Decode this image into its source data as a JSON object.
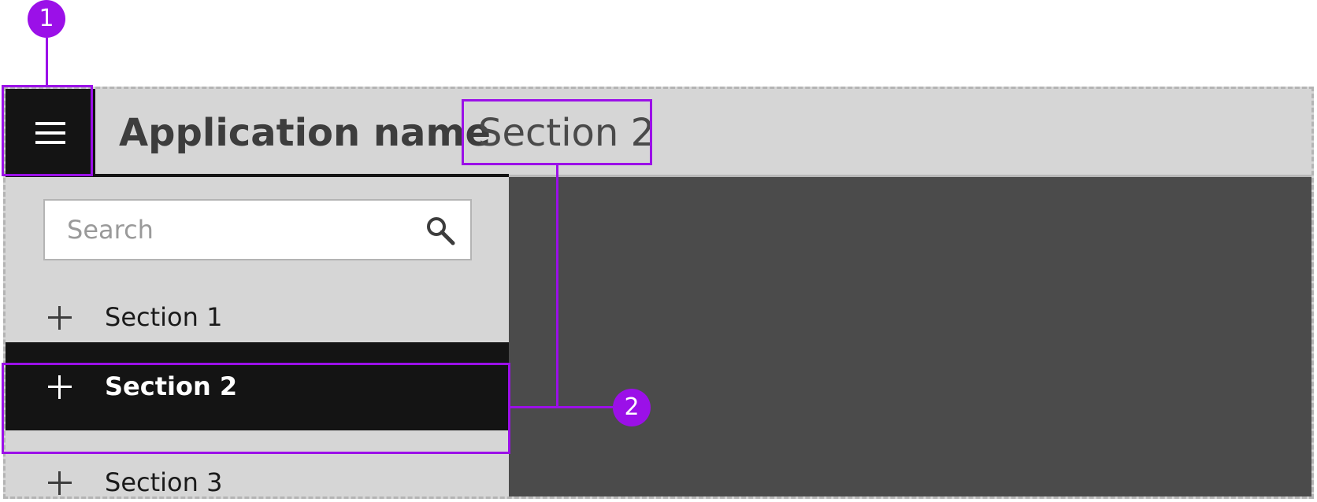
{
  "header": {
    "menu_icon": "hamburger-menu-icon",
    "app_name": "Application name",
    "current_section": "Section 2"
  },
  "sidebar": {
    "search": {
      "placeholder": "Search",
      "value": "",
      "icon": "search-icon"
    },
    "items": [
      {
        "label": "Section 1",
        "icon": "plus-icon",
        "selected": false
      },
      {
        "label": "Section 2",
        "icon": "plus-icon",
        "selected": true
      },
      {
        "label": "Section 3",
        "icon": "plus-icon",
        "selected": false
      }
    ]
  },
  "annotations": {
    "callout_1": "1",
    "callout_2": "2"
  },
  "colors": {
    "annotation_accent": "#9b10e8",
    "header_background": "#d6d6d6",
    "selected_item_background": "#141414",
    "content_background": "#4b4b4b",
    "frame_border": "#b4b4b4"
  }
}
